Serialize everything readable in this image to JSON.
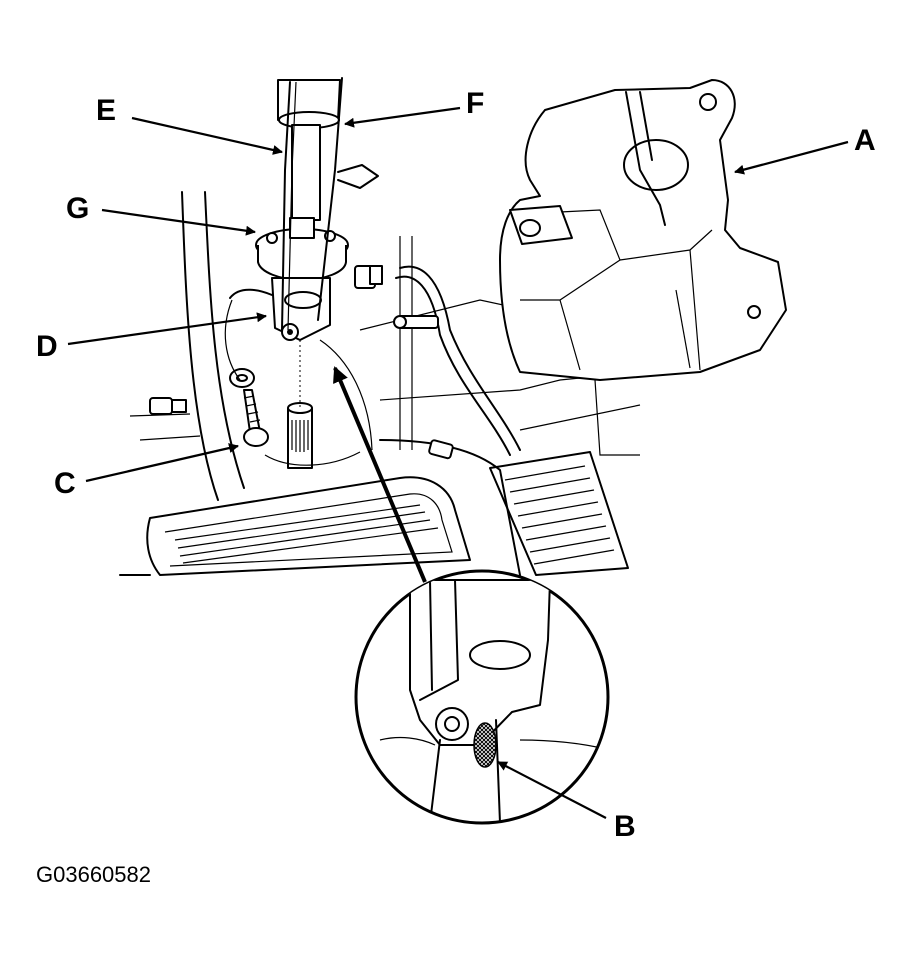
{
  "figure": {
    "id_code": "G03660582",
    "callouts": {
      "A": "A",
      "B": "B",
      "C": "C",
      "D": "D",
      "E": "E",
      "F": "F",
      "G": "G"
    }
  },
  "colors": {
    "line": "#000000",
    "background": "#ffffff"
  }
}
